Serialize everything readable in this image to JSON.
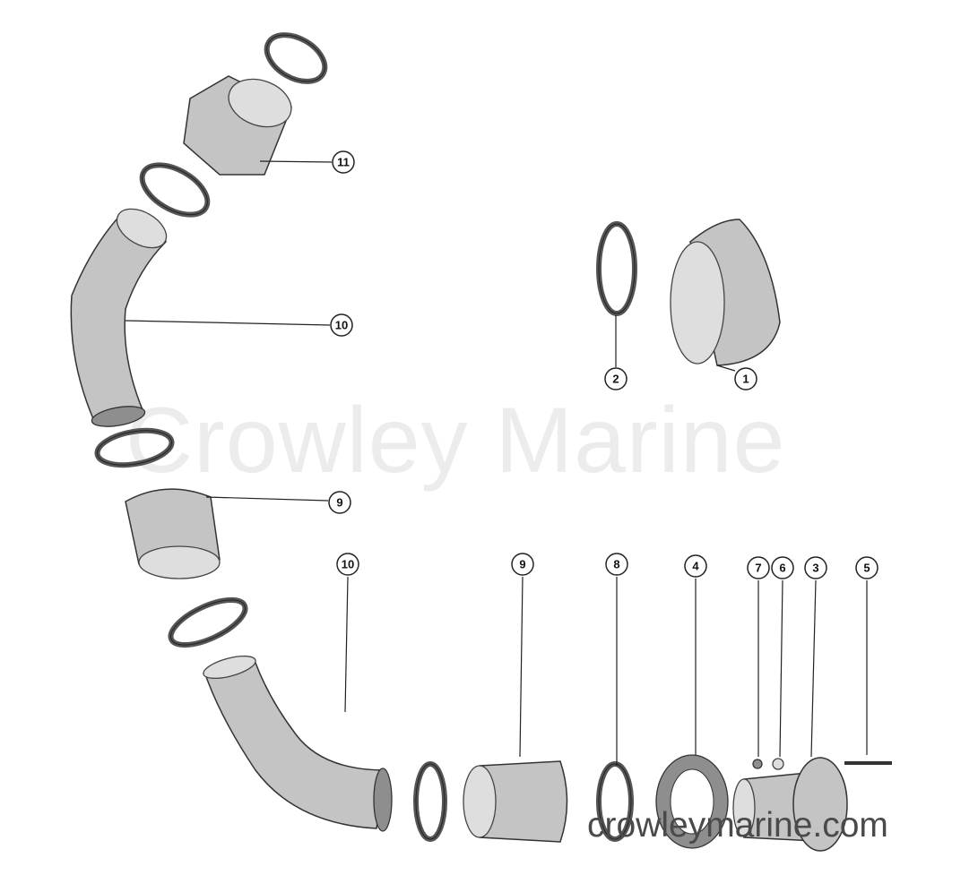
{
  "watermark": {
    "text": "Crowley Marine",
    "url_text": "crowleymarine.com"
  },
  "callouts": [
    "11",
    "10",
    "2",
    "1",
    "9",
    "10",
    "9",
    "8",
    "4",
    "7",
    "6",
    "3",
    "5"
  ]
}
